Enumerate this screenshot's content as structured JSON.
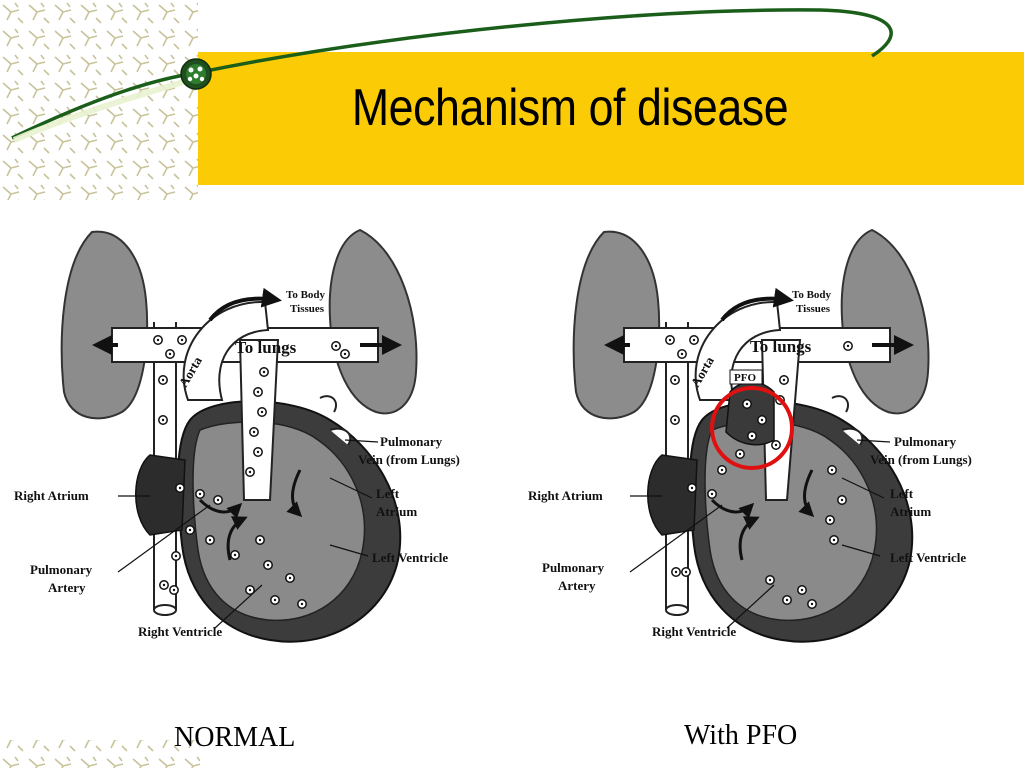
{
  "slide": {
    "title": "Mechanism of disease",
    "colors": {
      "banner": "#fbcb05",
      "arc": "#1a5e1a",
      "lung": "#8a8a8a",
      "heart_wall": "#3c3c3c",
      "highlight": "#e01010"
    }
  },
  "diagrams": [
    {
      "caption": "NORMAL",
      "labels": {
        "to_body": [
          "To Body",
          "Tissues"
        ],
        "to_lungs": "To lungs",
        "aorta": "Aorta",
        "pulm_vein": [
          "Pulmonary",
          "Vein (from Lungs)"
        ],
        "left_atrium": [
          "Left",
          "Atrium"
        ],
        "left_ventricle": "Left Ventricle",
        "right_atrium": "Right Atrium",
        "pulm_artery": [
          "Pulmonary",
          "Artery"
        ],
        "right_ventricle": "Right Ventricle"
      }
    },
    {
      "caption": "With PFO",
      "labels": {
        "to_body": [
          "To Body",
          "Tissues"
        ],
        "to_lungs": "To lungs",
        "aorta": "Aorta",
        "pfo": "PFO",
        "pulm_vein": [
          "Pulmonary",
          "Vein (from Lungs)"
        ],
        "left_atrium": [
          "Left",
          "Atrium"
        ],
        "left_ventricle": "Left Ventricle",
        "right_atrium": "Right Atrium",
        "pulm_artery": [
          "Pulmonary",
          "Artery"
        ],
        "right_ventricle": "Right Ventricle"
      }
    }
  ]
}
